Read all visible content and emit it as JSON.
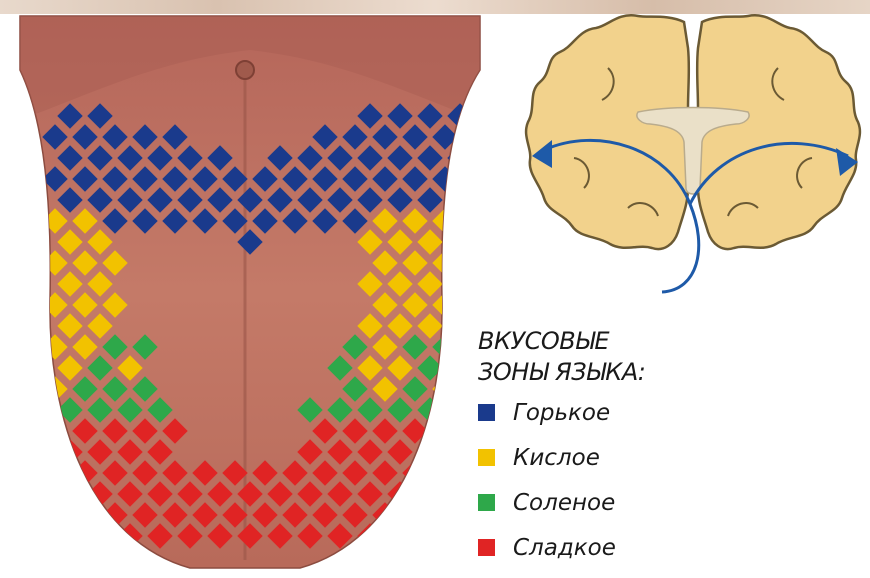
{
  "legend": {
    "title_line1": "ВКУСОВЫЕ",
    "title_line2": "ЗОНЫ ЯЗЫКА:",
    "items": [
      {
        "label": "Горькое",
        "color": "#1a3a8c"
      },
      {
        "label": "Кислое",
        "color": "#f2c200"
      },
      {
        "label": "Соленое",
        "color": "#2ea84a"
      },
      {
        "label": "Сладкое",
        "color": "#e02424"
      }
    ]
  },
  "colors": {
    "tongue": "#b8705e",
    "brain_fill": "#f2d28c",
    "brain_stroke": "#6b5a34",
    "arrow": "#1e5aa8",
    "ventricle": "#eae0c8"
  }
}
